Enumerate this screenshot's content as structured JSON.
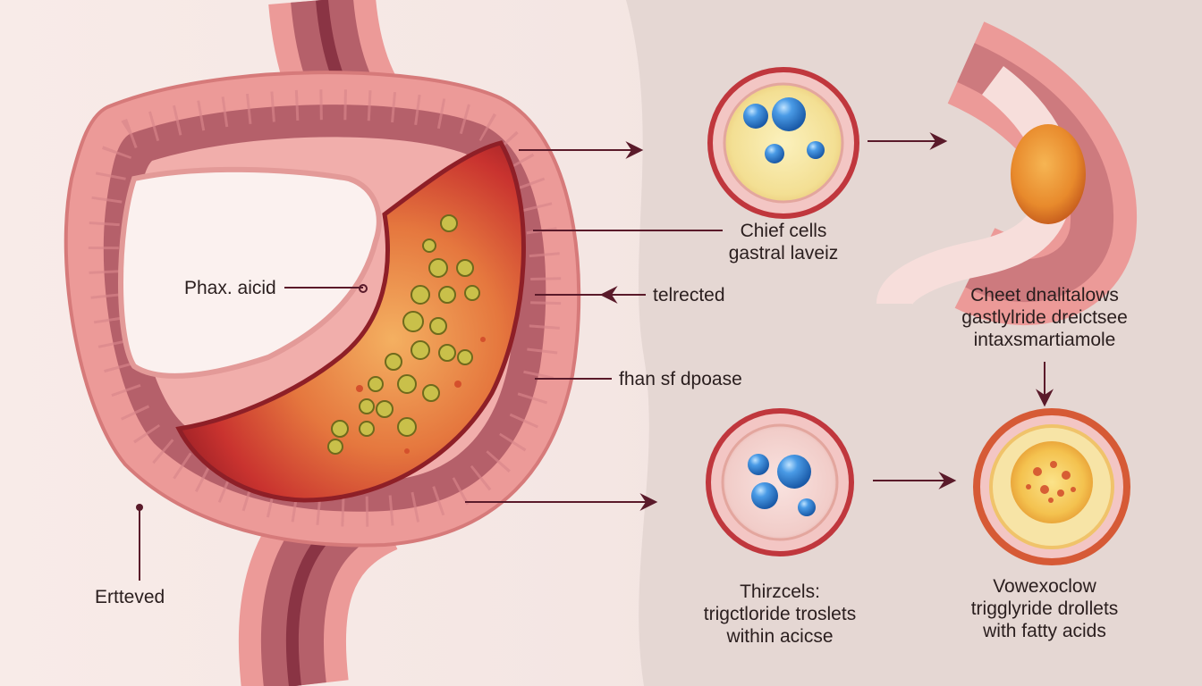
{
  "labels": {
    "pharynx_acid": "Phax. aicid",
    "entered": "Ertteved",
    "detected": "telrected",
    "fraction_lipase": "fhan sf dpoase",
    "chief_cells": {
      "line1": "Chief cells",
      "line2": "gastral laveiz"
    },
    "chief_allows": {
      "line1": "Cheet dnalitalows",
      "line2": "gastlylride dreictsee",
      "line3": "intaxsmartiamole"
    },
    "these_cells": {
      "line1": "Thirzcels:",
      "line2": "trigctloride troslets",
      "line3": "within acicse"
    },
    "vowex": {
      "line1": "Vowexoclow",
      "line2": "trigglyride drollets",
      "line3": "with fatty acids"
    }
  },
  "colors": {
    "tissue_outer": "#ec9a98",
    "tissue_muscle": "#b5606a",
    "lumen_inner": "#d5443a",
    "lumen_core": "#f0a25a",
    "fat_globule": "#c9c04a",
    "droplet_blue": "#2b7fd0",
    "yellow_fluid": "#f6e7a8",
    "arrow": "#5a1a2a"
  }
}
